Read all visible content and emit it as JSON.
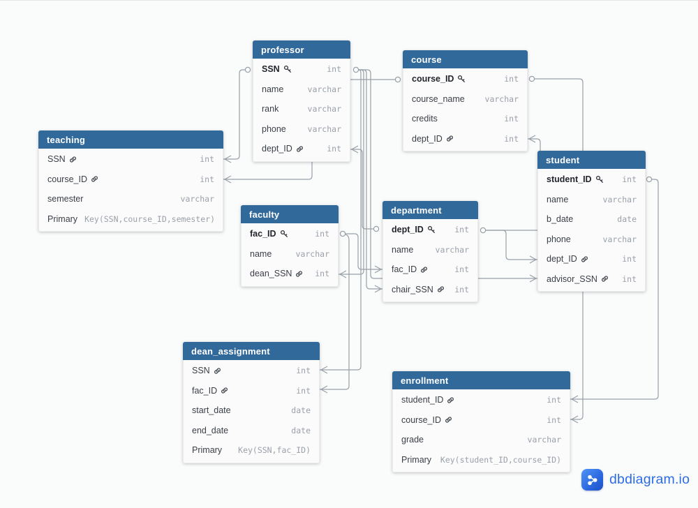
{
  "canvas": {
    "background": "#fafbfb",
    "wire_color": "#98a0a8",
    "header_color": "#31699b",
    "type_text_color": "#9aa0a9"
  },
  "branding": {
    "label": "dbdiagram.io",
    "color": "#2d6de3",
    "icon": "share-network-icon"
  },
  "tables": {
    "professor": {
      "title": "professor",
      "fields": [
        {
          "name": "SSN",
          "type": "int",
          "pk": true,
          "icon": "key-icon"
        },
        {
          "name": "name",
          "type": "varchar"
        },
        {
          "name": "rank",
          "type": "varchar"
        },
        {
          "name": "phone",
          "type": "varchar"
        },
        {
          "name": "dept_ID",
          "type": "int",
          "icon": "link-icon"
        }
      ]
    },
    "course": {
      "title": "course",
      "fields": [
        {
          "name": "course_ID",
          "type": "int",
          "pk": true,
          "icon": "key-icon"
        },
        {
          "name": "course_name",
          "type": "varchar"
        },
        {
          "name": "credits",
          "type": "int"
        },
        {
          "name": "dept_ID",
          "type": "int",
          "icon": "link-icon"
        }
      ]
    },
    "teaching": {
      "title": "teaching",
      "fields": [
        {
          "name": "SSN",
          "type": "int",
          "icon": "link-icon"
        },
        {
          "name": "course_ID",
          "type": "int",
          "icon": "link-icon"
        },
        {
          "name": "semester",
          "type": "varchar"
        },
        {
          "name": "Primary",
          "type": "Key(SSN,course_ID,semester)"
        }
      ]
    },
    "faculty": {
      "title": "faculty",
      "fields": [
        {
          "name": "fac_ID",
          "type": "int",
          "pk": true,
          "icon": "key-icon"
        },
        {
          "name": "name",
          "type": "varchar"
        },
        {
          "name": "dean_SSN",
          "type": "int",
          "icon": "link-icon"
        }
      ]
    },
    "department": {
      "title": "department",
      "fields": [
        {
          "name": "dept_ID",
          "type": "int",
          "pk": true,
          "icon": "key-icon"
        },
        {
          "name": "name",
          "type": "varchar"
        },
        {
          "name": "fac_ID",
          "type": "int",
          "icon": "link-icon"
        },
        {
          "name": "chair_SSN",
          "type": "int",
          "icon": "link-icon"
        }
      ]
    },
    "student": {
      "title": "student",
      "fields": [
        {
          "name": "student_ID",
          "type": "int",
          "pk": true,
          "icon": "key-icon"
        },
        {
          "name": "name",
          "type": "varchar"
        },
        {
          "name": "b_date",
          "type": "date"
        },
        {
          "name": "phone",
          "type": "varchar"
        },
        {
          "name": "dept_ID",
          "type": "int",
          "icon": "link-icon"
        },
        {
          "name": "advisor_SSN",
          "type": "int",
          "icon": "link-icon"
        }
      ]
    },
    "dean_assignment": {
      "title": "dean_assignment",
      "fields": [
        {
          "name": "SSN",
          "type": "int",
          "icon": "link-icon"
        },
        {
          "name": "fac_ID",
          "type": "int",
          "icon": "link-icon"
        },
        {
          "name": "start_date",
          "type": "date"
        },
        {
          "name": "end_date",
          "type": "date"
        },
        {
          "name": "Primary",
          "type": "Key(SSN,fac_ID)"
        }
      ]
    },
    "enrollment": {
      "title": "enrollment",
      "fields": [
        {
          "name": "student_ID",
          "type": "int",
          "icon": "link-icon"
        },
        {
          "name": "course_ID",
          "type": "int",
          "icon": "link-icon"
        },
        {
          "name": "grade",
          "type": "varchar"
        },
        {
          "name": "Primary",
          "type": "Key(student_ID,course_ID)"
        }
      ]
    }
  },
  "relationships": [
    {
      "from": "teaching.SSN",
      "to": "professor.SSN",
      "from_card": "many",
      "to_card": "one"
    },
    {
      "from": "teaching.course_ID",
      "to": "course.course_ID",
      "from_card": "many",
      "to_card": "one"
    },
    {
      "from": "professor.dept_ID",
      "to": "department.dept_ID",
      "from_card": "many",
      "to_card": "one"
    },
    {
      "from": "course.dept_ID",
      "to": "department.dept_ID",
      "from_card": "many",
      "to_card": "one"
    },
    {
      "from": "student.dept_ID",
      "to": "department.dept_ID",
      "from_card": "many",
      "to_card": "one"
    },
    {
      "from": "student.advisor_SSN",
      "to": "professor.SSN",
      "from_card": "many",
      "to_card": "one"
    },
    {
      "from": "department.chair_SSN",
      "to": "professor.SSN",
      "from_card": "many",
      "to_card": "one"
    },
    {
      "from": "faculty.dean_SSN",
      "to": "professor.SSN",
      "from_card": "many",
      "to_card": "one"
    },
    {
      "from": "dean_assignment.SSN",
      "to": "professor.SSN",
      "from_card": "many",
      "to_card": "one"
    },
    {
      "from": "department.fac_ID",
      "to": "faculty.fac_ID",
      "from_card": "many",
      "to_card": "one"
    },
    {
      "from": "dean_assignment.fac_ID",
      "to": "faculty.fac_ID",
      "from_card": "many",
      "to_card": "one"
    },
    {
      "from": "enrollment.course_ID",
      "to": "course.course_ID",
      "from_card": "many",
      "to_card": "one"
    },
    {
      "from": "enrollment.student_ID",
      "to": "student.student_ID",
      "from_card": "many",
      "to_card": "one"
    }
  ]
}
